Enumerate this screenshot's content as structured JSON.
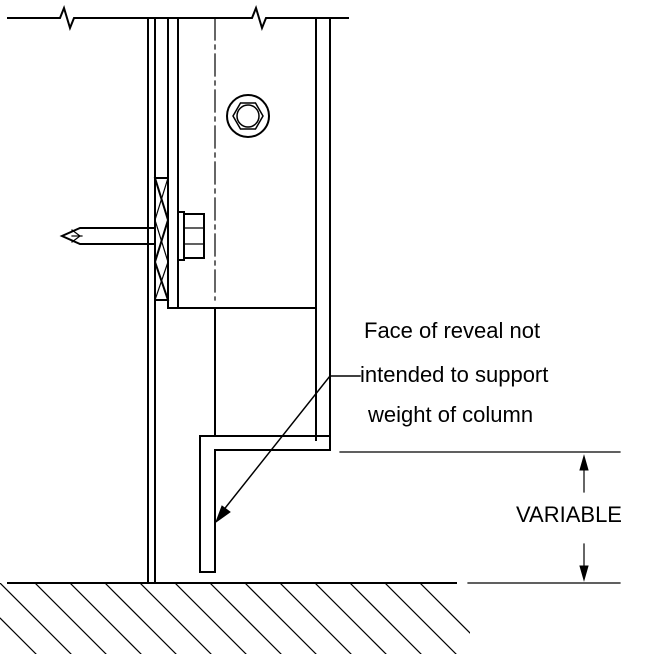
{
  "annotation": {
    "lines": [
      "Face of reveal not",
      "intended to support",
      "weight of column"
    ]
  },
  "dimension": {
    "label": "VARIABLE"
  },
  "colors": {
    "line": "#000000",
    "background": "#ffffff"
  }
}
